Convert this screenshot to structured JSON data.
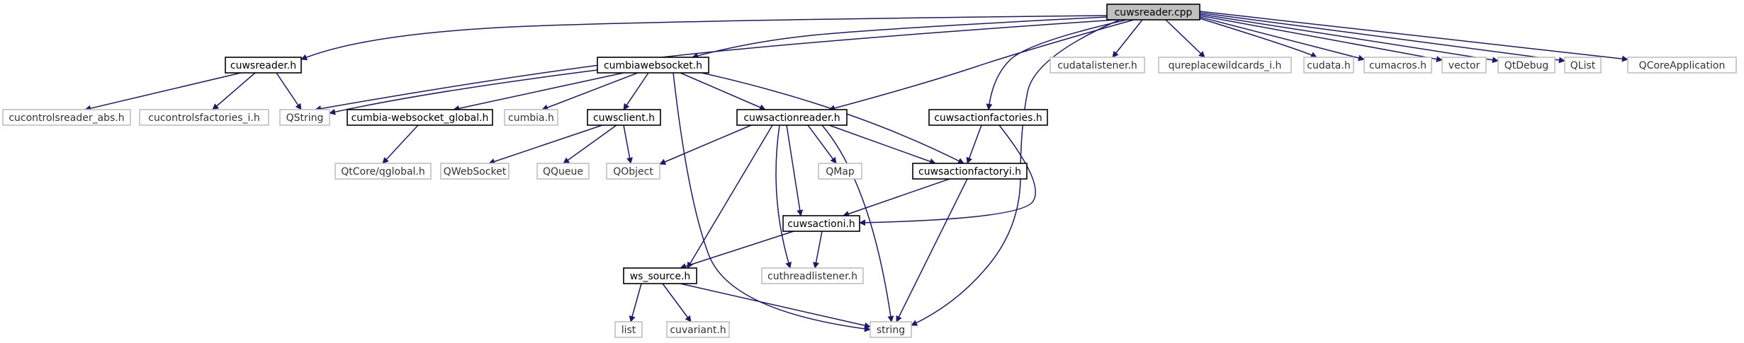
{
  "graph": {
    "edge_color": "#191970",
    "root_fill": "#bfbfbf",
    "external_border": "#bfbfbf",
    "nodes": {
      "cuwsreader_cpp": {
        "label": "cuwsreader.cpp",
        "kind": "root"
      },
      "cuwsreader_h": {
        "label": "cuwsreader.h",
        "kind": "documented"
      },
      "cumbiawebsocket_h": {
        "label": "cumbiawebsocket.h",
        "kind": "documented"
      },
      "cudatalistener_h": {
        "label": "cudatalistener.h",
        "kind": "external"
      },
      "qureplacewildcards_i_h": {
        "label": "qureplacewildcards_i.h",
        "kind": "external"
      },
      "cudata_h": {
        "label": "cudata.h",
        "kind": "external"
      },
      "cumacros_h": {
        "label": "cumacros.h",
        "kind": "external"
      },
      "vector": {
        "label": "vector",
        "kind": "external"
      },
      "qtdebug": {
        "label": "QtDebug",
        "kind": "external"
      },
      "qlist": {
        "label": "QList",
        "kind": "external"
      },
      "qcoreapplication": {
        "label": "QCoreApplication",
        "kind": "external"
      },
      "cucontrolsreader_abs_h": {
        "label": "cucontrolsreader_abs.h",
        "kind": "external"
      },
      "cucontrolsfactories_i_h": {
        "label": "cucontrolsfactories_i.h",
        "kind": "external"
      },
      "qstring": {
        "label": "QString",
        "kind": "external"
      },
      "cumbia_websocket_global_h": {
        "label": "cumbia-websocket_global.h",
        "kind": "documented"
      },
      "cumbia_h": {
        "label": "cumbia.h",
        "kind": "external"
      },
      "cuwsclient_h": {
        "label": "cuwsclient.h",
        "kind": "documented"
      },
      "cuwsactionreader_h": {
        "label": "cuwsactionreader.h",
        "kind": "documented"
      },
      "cuwsactionfactories_h": {
        "label": "cuwsactionfactories.h",
        "kind": "documented"
      },
      "qtcore_qglobal_h": {
        "label": "QtCore/qglobal.h",
        "kind": "external"
      },
      "qwebsocket": {
        "label": "QWebSocket",
        "kind": "external"
      },
      "qqueue": {
        "label": "QQueue",
        "kind": "external"
      },
      "qobject": {
        "label": "QObject",
        "kind": "external"
      },
      "qmap": {
        "label": "QMap",
        "kind": "external"
      },
      "cuwsactionfactoryi_h": {
        "label": "cuwsactionfactoryi.h",
        "kind": "documented"
      },
      "cuwsactioni_h": {
        "label": "cuwsactioni.h",
        "kind": "documented"
      },
      "ws_source_h": {
        "label": "ws_source.h",
        "kind": "documented"
      },
      "cuthreadlistener_h": {
        "label": "cuthreadlistener.h",
        "kind": "external"
      },
      "list": {
        "label": "list",
        "kind": "external"
      },
      "cuvariant_h": {
        "label": "cuvariant.h",
        "kind": "external"
      },
      "string": {
        "label": "string",
        "kind": "external"
      }
    },
    "edges": [
      [
        "cuwsreader_cpp",
        "cuwsreader_h"
      ],
      [
        "cuwsreader_cpp",
        "cumbiawebsocket_h"
      ],
      [
        "cuwsreader_cpp",
        "qstring"
      ],
      [
        "cuwsreader_cpp",
        "cuwsactionreader_h"
      ],
      [
        "cuwsreader_cpp",
        "cuwsactionfactories_h"
      ],
      [
        "cuwsreader_cpp",
        "string"
      ],
      [
        "cuwsreader_cpp",
        "cudatalistener_h"
      ],
      [
        "cuwsreader_cpp",
        "qureplacewildcards_i_h"
      ],
      [
        "cuwsreader_cpp",
        "cudata_h"
      ],
      [
        "cuwsreader_cpp",
        "cumacros_h"
      ],
      [
        "cuwsreader_cpp",
        "vector"
      ],
      [
        "cuwsreader_cpp",
        "qtdebug"
      ],
      [
        "cuwsreader_cpp",
        "qlist"
      ],
      [
        "cuwsreader_cpp",
        "qcoreapplication"
      ],
      [
        "cuwsreader_h",
        "cucontrolsreader_abs_h"
      ],
      [
        "cuwsreader_h",
        "cucontrolsfactories_i_h"
      ],
      [
        "cuwsreader_h",
        "qstring"
      ],
      [
        "cumbiawebsocket_h",
        "qstring"
      ],
      [
        "cumbiawebsocket_h",
        "cumbia_websocket_global_h"
      ],
      [
        "cumbiawebsocket_h",
        "cumbia_h"
      ],
      [
        "cumbiawebsocket_h",
        "cuwsclient_h"
      ],
      [
        "cumbiawebsocket_h",
        "cuwsactionreader_h"
      ],
      [
        "cumbiawebsocket_h",
        "cuwsactionfactoryi_h"
      ],
      [
        "cumbiawebsocket_h",
        "string"
      ],
      [
        "cumbia_websocket_global_h",
        "qtcore_qglobal_h"
      ],
      [
        "cuwsclient_h",
        "qwebsocket"
      ],
      [
        "cuwsclient_h",
        "qqueue"
      ],
      [
        "cuwsclient_h",
        "qobject"
      ],
      [
        "cuwsactionreader_h",
        "qobject"
      ],
      [
        "cuwsactionreader_h",
        "qmap"
      ],
      [
        "cuwsactionreader_h",
        "cuwsactionfactoryi_h"
      ],
      [
        "cuwsactionreader_h",
        "cuwsactioni_h"
      ],
      [
        "cuwsactionreader_h",
        "ws_source_h"
      ],
      [
        "cuwsactionreader_h",
        "cuthreadlistener_h"
      ],
      [
        "cuwsactionreader_h",
        "string"
      ],
      [
        "cuwsactionfactories_h",
        "cuwsactionfactoryi_h"
      ],
      [
        "cuwsactionfactories_h",
        "cuwsactioni_h"
      ],
      [
        "cuwsactionfactoryi_h",
        "cuwsactioni_h"
      ],
      [
        "cuwsactionfactoryi_h",
        "string"
      ],
      [
        "cuwsactioni_h",
        "ws_source_h"
      ],
      [
        "cuwsactioni_h",
        "cuthreadlistener_h"
      ],
      [
        "ws_source_h",
        "list"
      ],
      [
        "ws_source_h",
        "cuvariant_h"
      ],
      [
        "ws_source_h",
        "string"
      ]
    ]
  }
}
